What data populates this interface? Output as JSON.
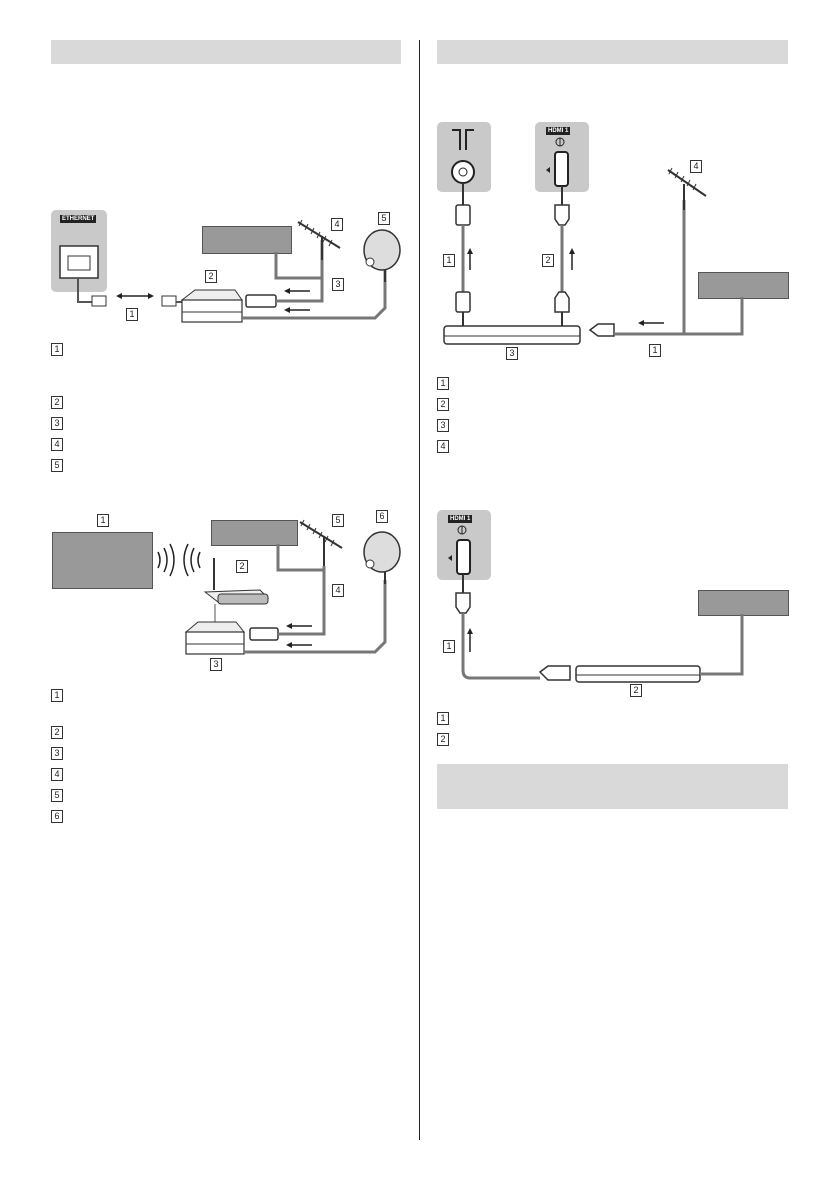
{
  "left": {
    "header_bar": "",
    "diagram1": {
      "port_label": "ETHERNET",
      "callouts": [
        "1",
        "2",
        "3",
        "4",
        "5"
      ],
      "legend": [
        "1",
        "2",
        "3",
        "4",
        "5"
      ]
    },
    "diagram2": {
      "callouts": [
        "1",
        "2",
        "3",
        "4",
        "5",
        "6"
      ],
      "legend": [
        "1",
        "2",
        "3",
        "4",
        "5",
        "6"
      ]
    }
  },
  "right": {
    "header_bar": "",
    "diagram1": {
      "port_label": "HDMI 1",
      "callouts": [
        "1",
        "2",
        "3",
        "4",
        "1"
      ],
      "legend": [
        "1",
        "2",
        "3",
        "4"
      ]
    },
    "diagram2": {
      "port_label": "HDMI 1",
      "callouts": [
        "1",
        "2"
      ],
      "legend": [
        "1",
        "2"
      ]
    },
    "bottom_bar": ""
  },
  "colors": {
    "bar": "#d9d9d9",
    "panel": "#c9c9c9",
    "box": "#999999",
    "cable": "#777777"
  }
}
